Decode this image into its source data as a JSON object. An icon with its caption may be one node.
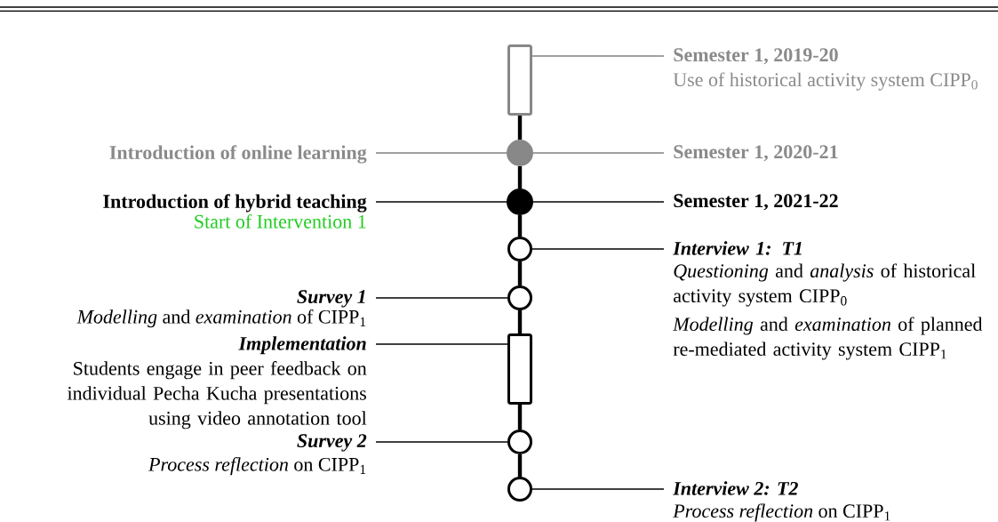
{
  "diagram": {
    "nodes": [
      {
        "text": [],
        "shape": "box"
      },
      {
        "text": [],
        "shape": "circle"
      },
      {
        "text": [],
        "shape": "circle"
      },
      {
        "text": [],
        "shape": "circle"
      },
      {
        "text": [],
        "shape": "circle"
      },
      {
        "text": [],
        "shape": "box"
      },
      {
        "text": [],
        "shape": "circle"
      },
      {
        "text": [],
        "shape": "circle"
      },
      {
        "text": [
          "Semester 1, 2019-20",
          "Use of historical activity system CIPP$_{0}$"
        ]
      },
      {
        "text": [
          "Introduction of online learning"
        ]
      },
      {
        "text": [
          "Semester 1, 2020-21"
        ]
      },
      {
        "text": [
          "Introduction of hybrid teaching",
          "Start of Intervention 1"
        ]
      },
      {
        "text": [
          "Semester 1, 2021-22"
        ]
      },
      {
        "text": [
          "Interview 1: T1",
          "*Questioning* and *analysis* of historical activity system CIPP$_{0}$",
          "*Modelling* and *examination* of planned re-mediated activity system CIPP$_{1}$"
        ]
      },
      {
        "text": [
          "Survey 1",
          "*Modelling* and *examination* of CIPP$_{1}$"
        ]
      },
      {
        "text": [
          "Implementation",
          "Students engage in peer feedback on individual Pecha Kucha presentations using video annotation tool"
        ]
      },
      {
        "text": [
          "Survey 2",
          "*Process reflection* on CIPP$_{1}$"
        ]
      },
      {
        "text": [
          "Interview 2: T2",
          "*Process reflection* on CIPP$_{1}$"
        ]
      }
    ],
    "edges": [
      {
        "from": 0,
        "to": 1,
        "arrow": "none",
        "style": "thick"
      },
      {
        "from": 1,
        "to": 2,
        "arrow": "none",
        "style": "thick"
      },
      {
        "from": 2,
        "to": 3,
        "arrow": "none",
        "style": "thick"
      },
      {
        "from": 3,
        "to": 4,
        "arrow": "none",
        "style": "thick"
      },
      {
        "from": 4,
        "to": 5,
        "arrow": "none",
        "style": "thick"
      },
      {
        "from": 5,
        "to": 6,
        "arrow": "none",
        "style": "thick"
      },
      {
        "from": 6,
        "to": 7,
        "arrow": "none",
        "style": "thick"
      },
      {
        "from": 8,
        "to": 0,
        "arrow": "none",
        "color": "#808080"
      },
      {
        "from": 9,
        "to": 1,
        "arrow": "none",
        "color": "#808080"
      },
      {
        "from": 10,
        "to": 1,
        "arrow": "none",
        "color": "#808080"
      },
      {
        "from": 11,
        "to": 2,
        "arrow": "none"
      },
      {
        "from": 12,
        "to": 2,
        "arrow": "none"
      },
      {
        "from": 13,
        "to": 3,
        "arrow": "none"
      },
      {
        "from": 14,
        "to": 4,
        "arrow": "none"
      },
      {
        "from": 15,
        "to": 5,
        "arrow": "none"
      },
      {
        "from": 16,
        "to": 6,
        "arrow": "none"
      },
      {
        "from": 17,
        "to": 7,
        "arrow": "none"
      }
    ]
  }
}
